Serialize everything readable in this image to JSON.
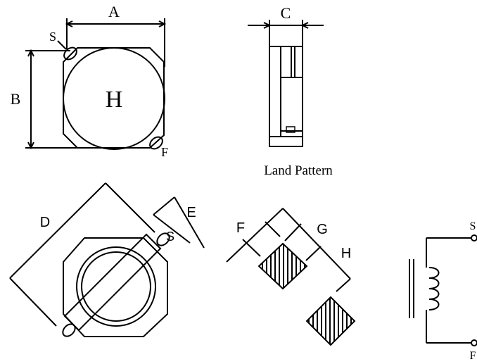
{
  "diagram": {
    "top_view": {
      "width_label": "A",
      "height_label": "B",
      "corner_label": "S",
      "terminal_label": "F",
      "center_label": "H"
    },
    "side_view": {
      "thickness_label": "C"
    },
    "land_pattern": {
      "caption": "Land Pattern",
      "label_f": "F",
      "label_g": "G",
      "label_h": "H"
    },
    "bottom_view": {
      "diagonal_label": "D",
      "pad_label": "E",
      "corner_label": "S"
    },
    "schematic": {
      "top_terminal": "S",
      "bottom_terminal": "F"
    }
  }
}
